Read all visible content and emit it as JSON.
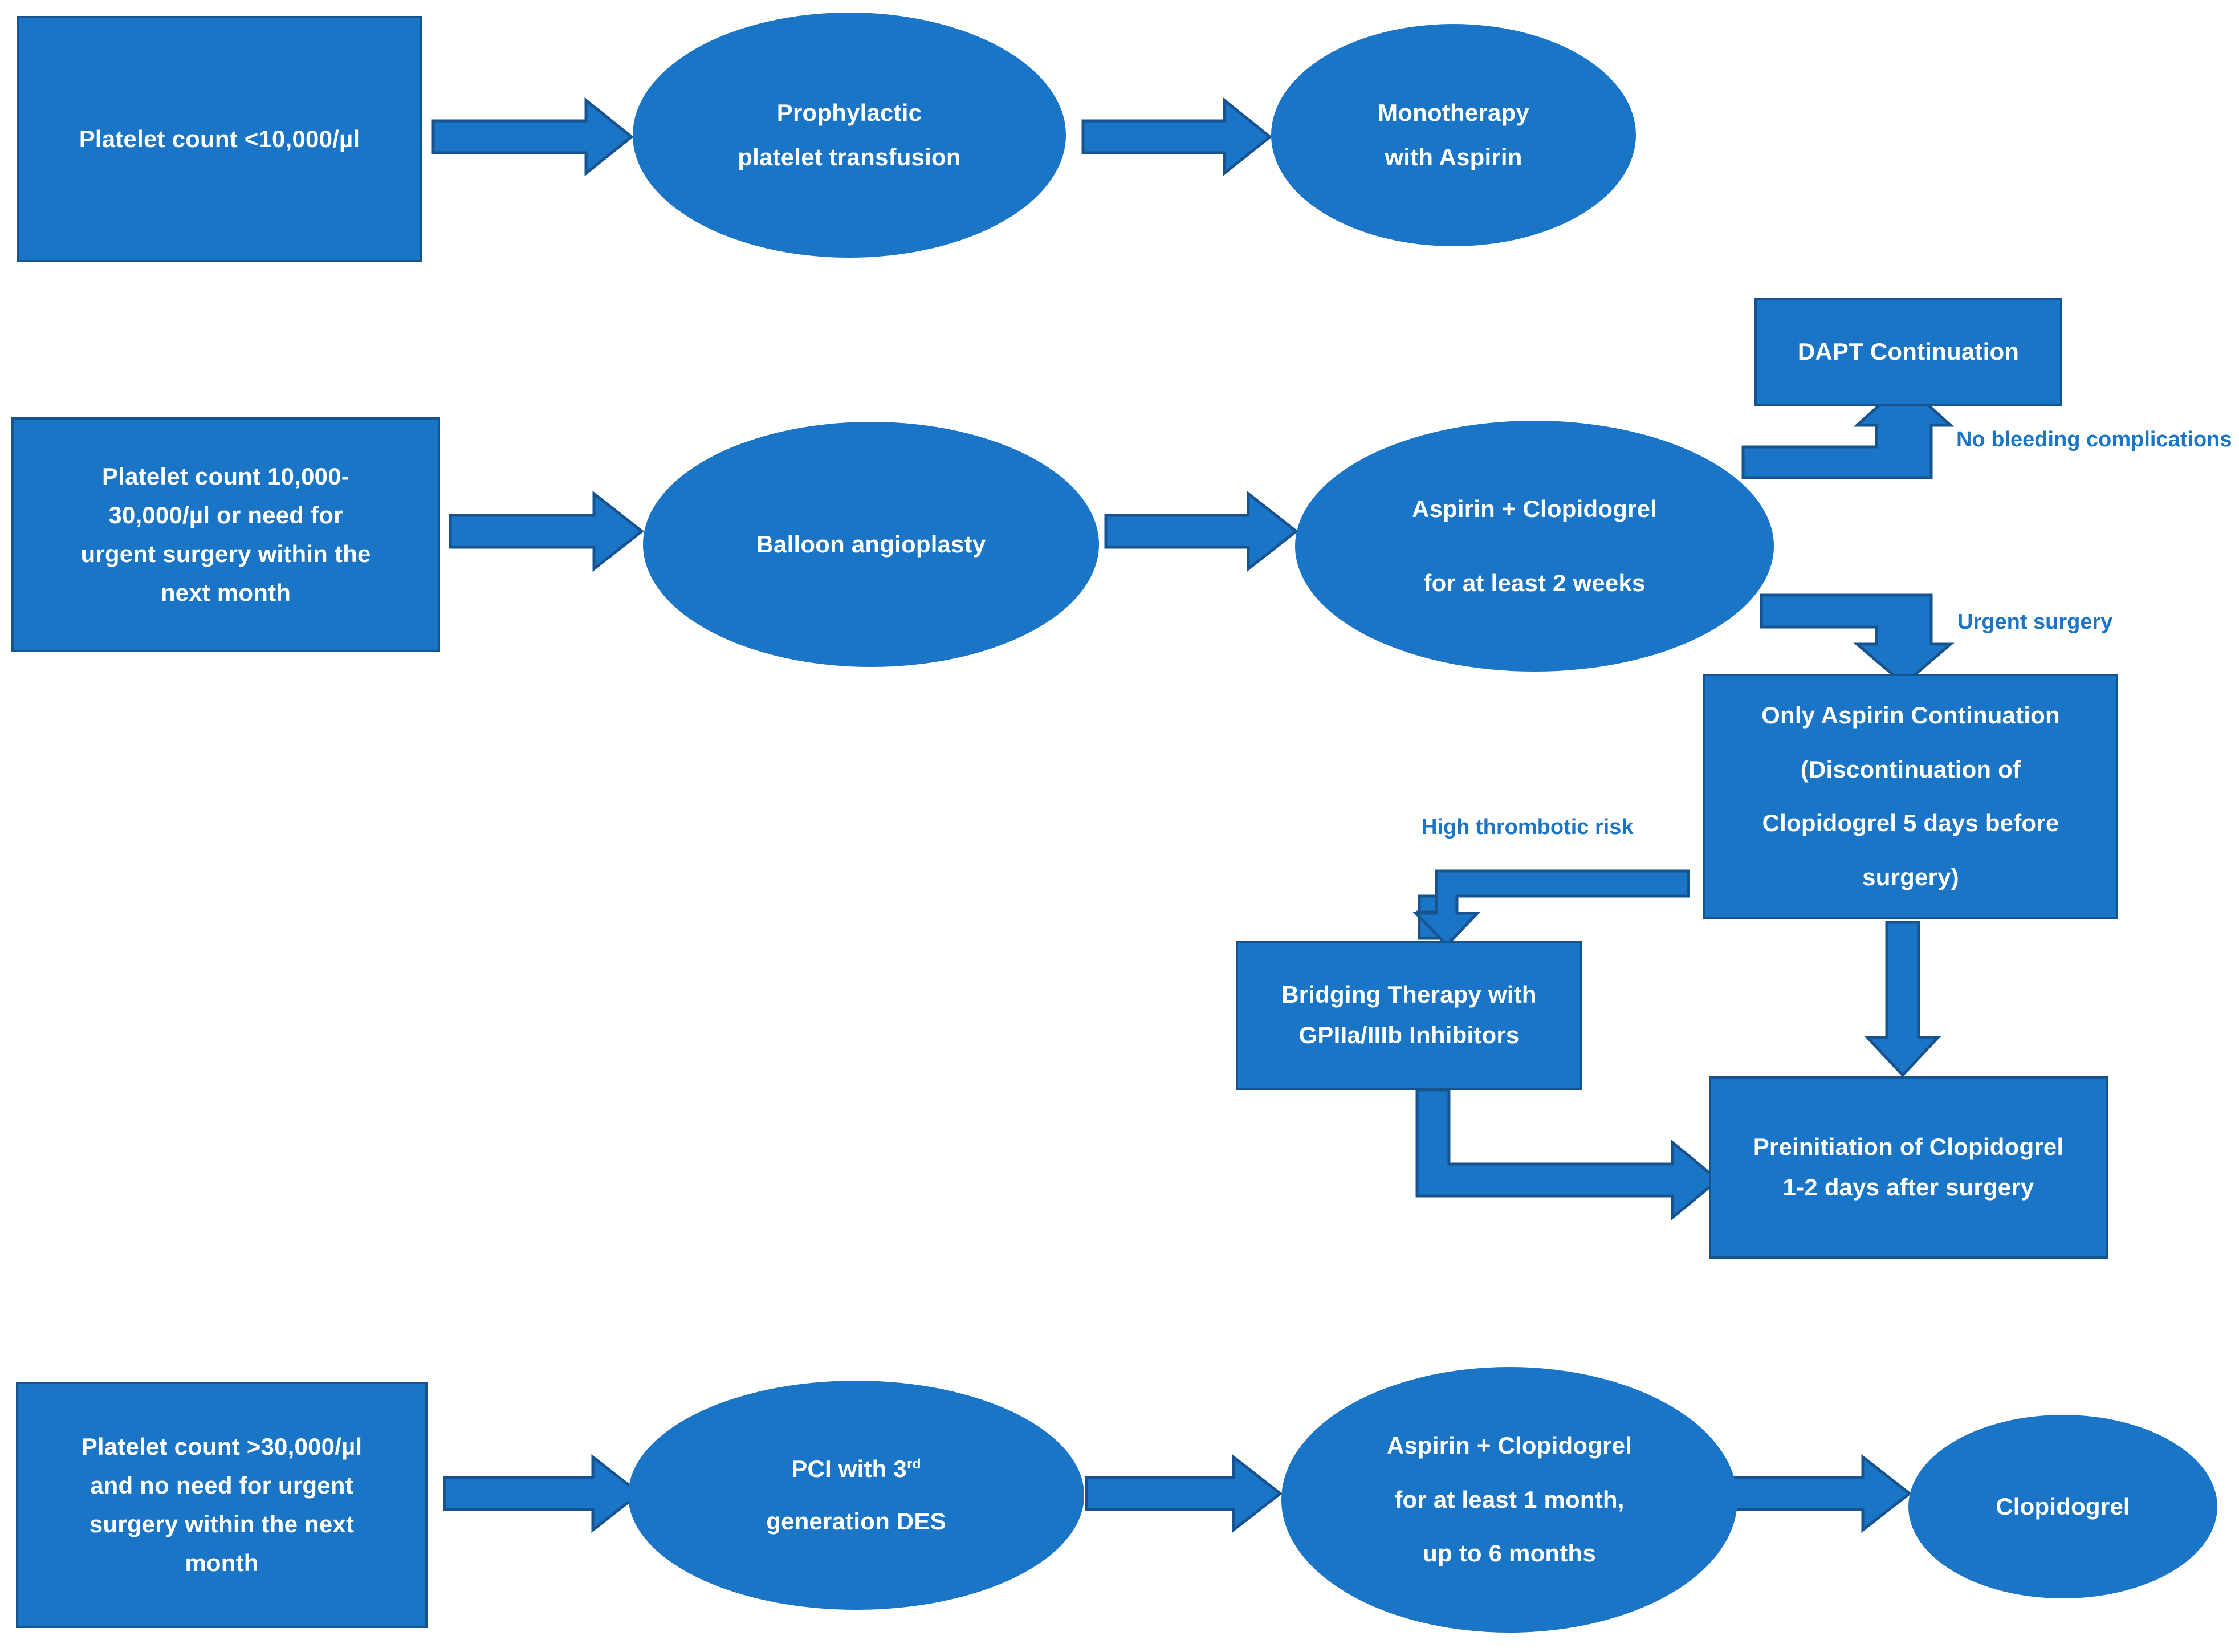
{
  "diagram": {
    "title": "Antiplatelet management algorithm by platelet count",
    "colors": {
      "shape_fill": "#1B75C7",
      "shape_border": "#17548F",
      "shape_text": "#FFFFFF",
      "edge_label_text": "#1B75C7",
      "background": "#FFFFFF"
    }
  },
  "nodes": {
    "platelet_lt_10k": {
      "shape": "rectangle",
      "lines": [
        "Platelet count <10,000/µl"
      ]
    },
    "prophylactic_transfusion": {
      "shape": "ellipse",
      "lines": [
        "Prophylactic",
        "platelet transfusion"
      ]
    },
    "monotherapy_aspirin": {
      "shape": "ellipse",
      "lines": [
        "Monotherapy",
        "with Aspirin"
      ]
    },
    "platelet_10k_30k": {
      "shape": "rectangle",
      "lines": [
        "Platelet count 10,000-",
        "30,000/µl or need for",
        "urgent surgery within the",
        "next month"
      ]
    },
    "balloon_angioplasty": {
      "shape": "ellipse",
      "lines": [
        "Balloon angioplasty"
      ]
    },
    "aspirin_clopidogrel_2w": {
      "shape": "ellipse",
      "lines": [
        "Aspirin + Clopidogrel",
        "for at least 2 weeks"
      ]
    },
    "dapt_continuation": {
      "shape": "rectangle",
      "lines": [
        "DAPT Continuation"
      ]
    },
    "only_aspirin_continuation": {
      "shape": "rectangle",
      "lines": [
        "Only Aspirin Continuation",
        "(Discontinuation of",
        "Clopidogrel 5 days before",
        "surgery)"
      ]
    },
    "bridging_therapy": {
      "shape": "rectangle",
      "lines": [
        "Bridging Therapy with",
        "GPIIa/IIIb Inhibitors"
      ]
    },
    "preinitiation_clopidogrel": {
      "shape": "rectangle",
      "lines": [
        "Preinitiation of Clopidogrel",
        "1-2 days after surgery"
      ]
    },
    "platelet_gt_30k": {
      "shape": "rectangle",
      "lines": [
        "Platelet count >30,000/µl",
        "and no need for urgent",
        "surgery within the next",
        "month"
      ]
    },
    "pci_des": {
      "shape": "ellipse",
      "lines": [
        "PCI with 3rd",
        "generation DES"
      ],
      "line0_prefix": "PCI with 3",
      "line0_sup": "rd"
    },
    "aspirin_clopidogrel_1m": {
      "shape": "ellipse",
      "lines": [
        "Aspirin + Clopidogrel",
        "for at least 1 month,",
        "up to 6 months"
      ]
    },
    "clopidogrel": {
      "shape": "ellipse",
      "lines": [
        "Clopidogrel"
      ]
    }
  },
  "edge_labels": {
    "no_bleeding": "No bleeding complications",
    "urgent_surgery": "Urgent surgery",
    "high_thrombotic_risk": "High thrombotic risk"
  },
  "edges": [
    {
      "from": "platelet_lt_10k",
      "to": "prophylactic_transfusion",
      "type": "straight-right",
      "label": ""
    },
    {
      "from": "prophylactic_transfusion",
      "to": "monotherapy_aspirin",
      "type": "straight-right",
      "label": ""
    },
    {
      "from": "platelet_10k_30k",
      "to": "balloon_angioplasty",
      "type": "straight-right",
      "label": ""
    },
    {
      "from": "balloon_angioplasty",
      "to": "aspirin_clopidogrel_2w",
      "type": "straight-right",
      "label": ""
    },
    {
      "from": "aspirin_clopidogrel_2w",
      "to": "dapt_continuation",
      "type": "elbow-right-up",
      "label": "No bleeding complications"
    },
    {
      "from": "aspirin_clopidogrel_2w",
      "to": "only_aspirin_continuation",
      "type": "elbow-right-down",
      "label": "Urgent surgery"
    },
    {
      "from": "only_aspirin_continuation",
      "to": "bridging_therapy",
      "type": "elbow-left-down",
      "label": "High thrombotic risk"
    },
    {
      "from": "only_aspirin_continuation",
      "to": "preinitiation_clopidogrel",
      "type": "straight-down",
      "label": ""
    },
    {
      "from": "bridging_therapy",
      "to": "preinitiation_clopidogrel",
      "type": "elbow-down-right",
      "label": ""
    },
    {
      "from": "platelet_gt_30k",
      "to": "pci_des",
      "type": "straight-right",
      "label": ""
    },
    {
      "from": "pci_des",
      "to": "aspirin_clopidogrel_1m",
      "type": "straight-right",
      "label": ""
    },
    {
      "from": "aspirin_clopidogrel_1m",
      "to": "clopidogrel",
      "type": "straight-right",
      "label": ""
    }
  ]
}
